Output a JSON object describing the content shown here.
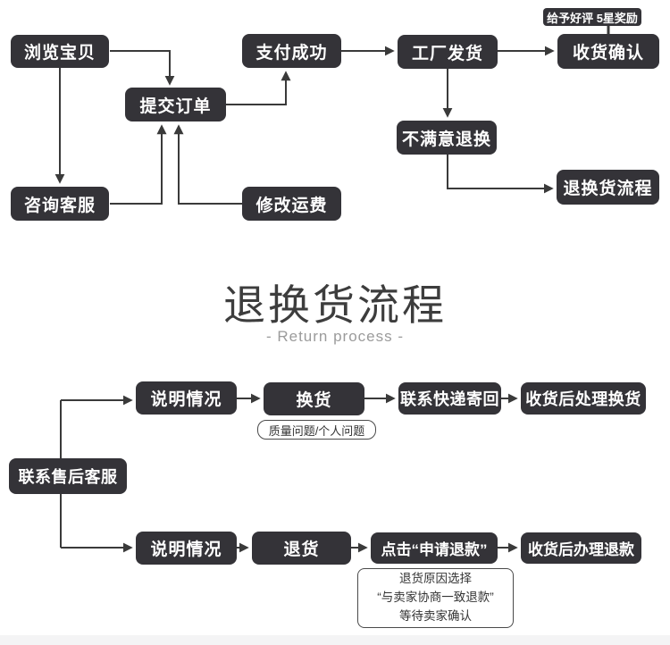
{
  "title": {
    "heading": "退换货流程",
    "subheading": "- Return process -"
  },
  "top_flow": {
    "browse": "浏览宝贝",
    "submit": "提交订单",
    "pay": "支付成功",
    "consult": "咨询客服",
    "modify_fee": "修改运费",
    "factory_ship": "工厂发货",
    "confirm_receipt": "收货确认",
    "praise_reward": "给予好评 5星奖励",
    "unsatisfied_return": "不满意退换",
    "return_process": "退换货流程"
  },
  "bottom_flow": {
    "contact_after_sales": "联系售后客服",
    "explain_1": "说明情况",
    "exchange": "换货",
    "exchange_reason": "质量问题/个人问题",
    "courier_return": "联系快递寄回",
    "handle_exchange": "收货后处理换货",
    "explain_2": "说明情况",
    "return_goods": "退货",
    "apply_refund": "点击“申请退款”",
    "handle_refund": "收货后办理退款",
    "refund_note": {
      "line1": "退货原因选择",
      "line2": "“与卖家协商一致退款”",
      "line3": "等待卖家确认"
    }
  },
  "colors": {
    "node_bg": "#343338",
    "node_text": "#ffffff",
    "line": "#3a3a3a",
    "title_text": "#3d3d3d",
    "subtitle_text": "#9b9b9b",
    "footer_strip": "#f4f4f5"
  }
}
